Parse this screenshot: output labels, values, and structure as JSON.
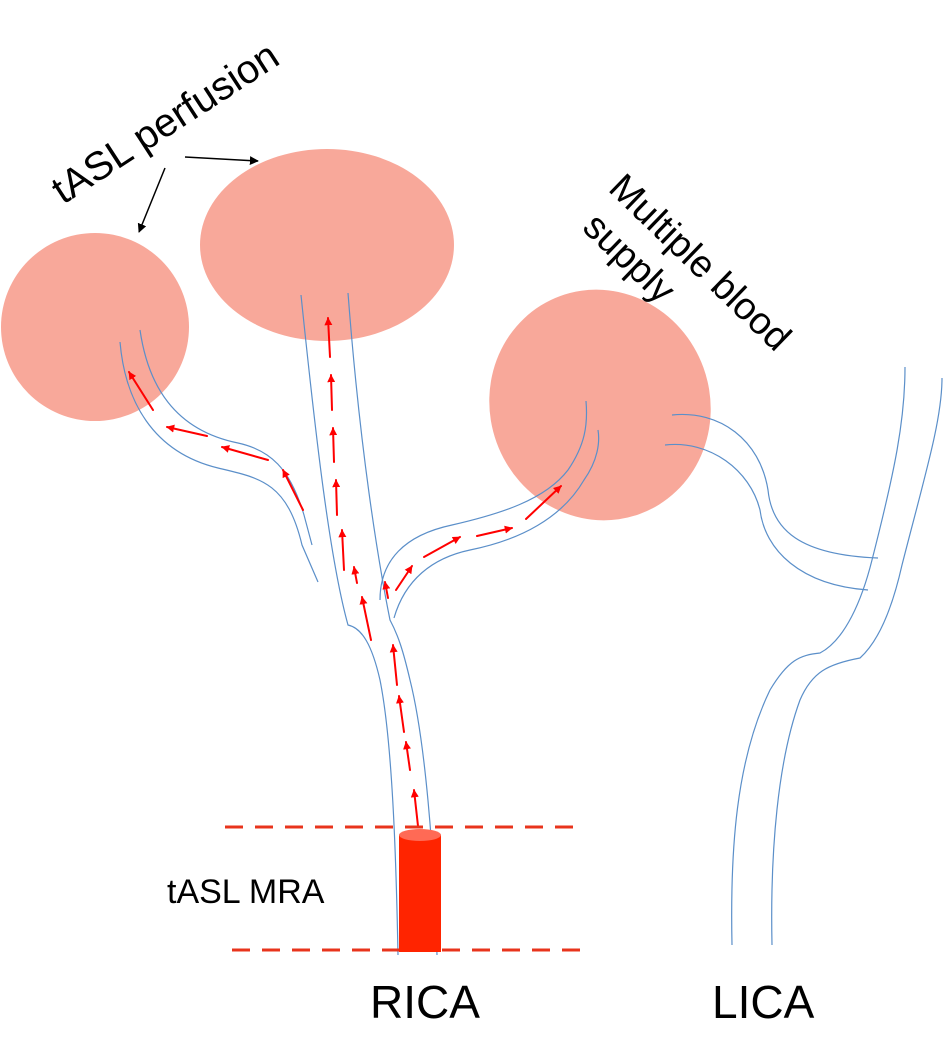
{
  "labels": {
    "tasl_perfusion": "tASL perfusion",
    "multiple_blood_supply_line1": "Multiple blood",
    "multiple_blood_supply_line2": "supply",
    "tasl_mra": "tASL MRA",
    "rica": "RICA",
    "lica": "LICA"
  },
  "colors": {
    "perfusion_fill": "#f8a89a",
    "vessel_stroke": "#5b8fc9",
    "flow_arrow": "#ff0000",
    "labeling_slab": "#ff2400",
    "slab_boundary": "#e8341c",
    "text": "#000000"
  },
  "icons": {
    "arrow": "arrow-icon"
  }
}
